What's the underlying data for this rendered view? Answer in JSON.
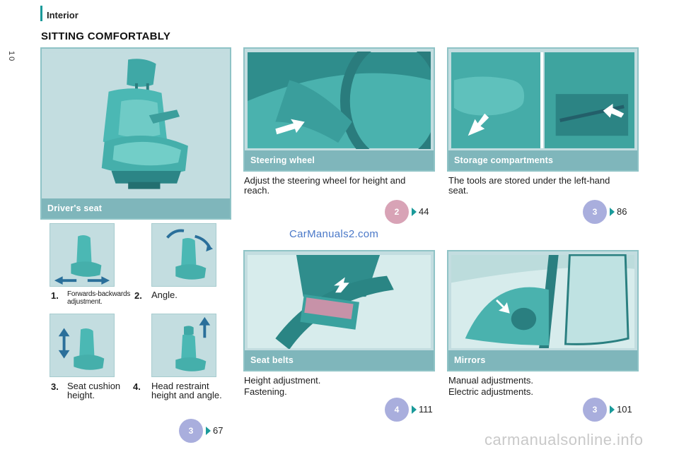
{
  "header": {
    "section": "Interior",
    "title": "SITTING COMFORTABLY",
    "page_number": "10"
  },
  "drivers_seat": {
    "caption": "Driver's seat",
    "items": [
      {
        "num": "1.",
        "text": "Forwards-backwards adjustment."
      },
      {
        "num": "2.",
        "text": "Angle."
      },
      {
        "num": "3.",
        "text": "Seat cushion height."
      },
      {
        "num": "4.",
        "text": "Head restraint height and angle."
      }
    ],
    "ref": {
      "chapter": "3",
      "page": "67"
    }
  },
  "steering_wheel": {
    "caption": "Steering wheel",
    "description": "Adjust the steering wheel for height and reach.",
    "ref": {
      "chapter": "2",
      "page": "44"
    }
  },
  "storage": {
    "caption": "Storage compartments",
    "description": "The tools are stored under the left-hand seat.",
    "ref": {
      "chapter": "3",
      "page": "86"
    }
  },
  "seat_belts": {
    "caption": "Seat belts",
    "lines": [
      "Height adjustment.",
      "Fastening."
    ],
    "ref": {
      "chapter": "4",
      "page": "111"
    }
  },
  "mirrors": {
    "caption": "Mirrors",
    "lines": [
      "Manual adjustments.",
      "Electric adjustments."
    ],
    "ref": {
      "chapter": "3",
      "page": "101"
    }
  },
  "watermark": "CarManuals2.com",
  "footer_watermark": "carmanualsonline.info"
}
